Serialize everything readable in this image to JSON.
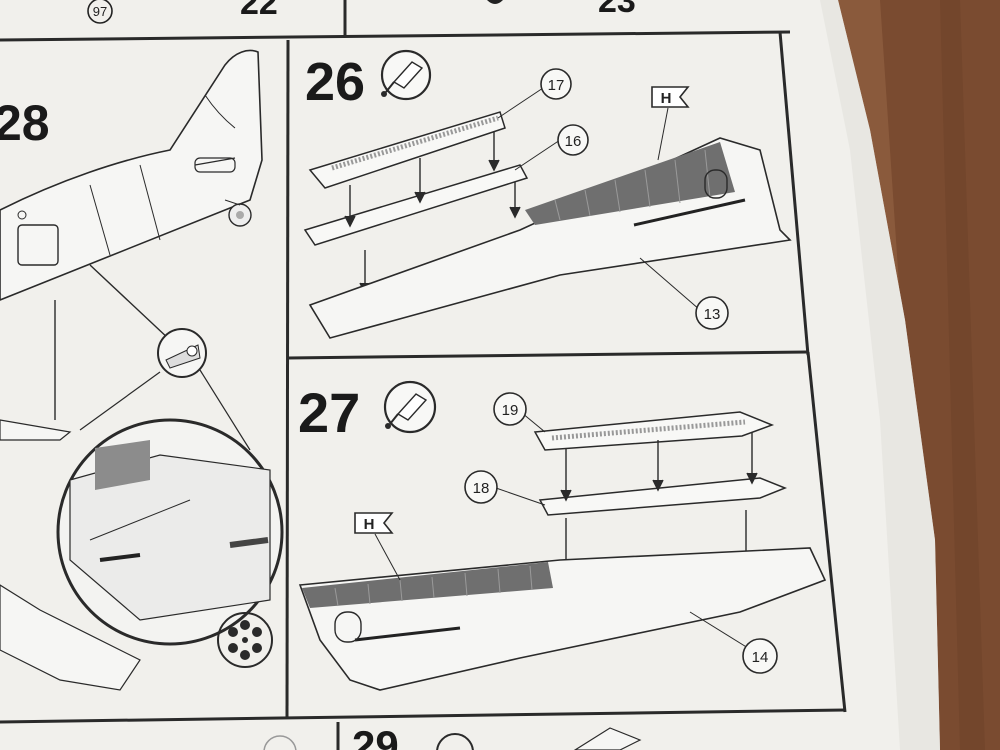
{
  "page": {
    "colors": {
      "paper": "#f3f2ef",
      "ink": "#222222",
      "table": "#8a5a3c",
      "decal": "#6f6f6f"
    }
  },
  "top_strip": {
    "badge": "97",
    "step_left": "22",
    "step_right": "23"
  },
  "panel_left": {
    "step": "28"
  },
  "panel_26": {
    "step": "26",
    "icon": "glue-tube-icon",
    "decal_letter": "H",
    "parts": [
      "17",
      "16",
      "13"
    ]
  },
  "panel_27": {
    "step": "27",
    "icon": "glue-tube-icon",
    "decal_letter": "H",
    "parts": [
      "19",
      "18",
      "14"
    ]
  },
  "bottom_strip": {
    "step": "29"
  }
}
